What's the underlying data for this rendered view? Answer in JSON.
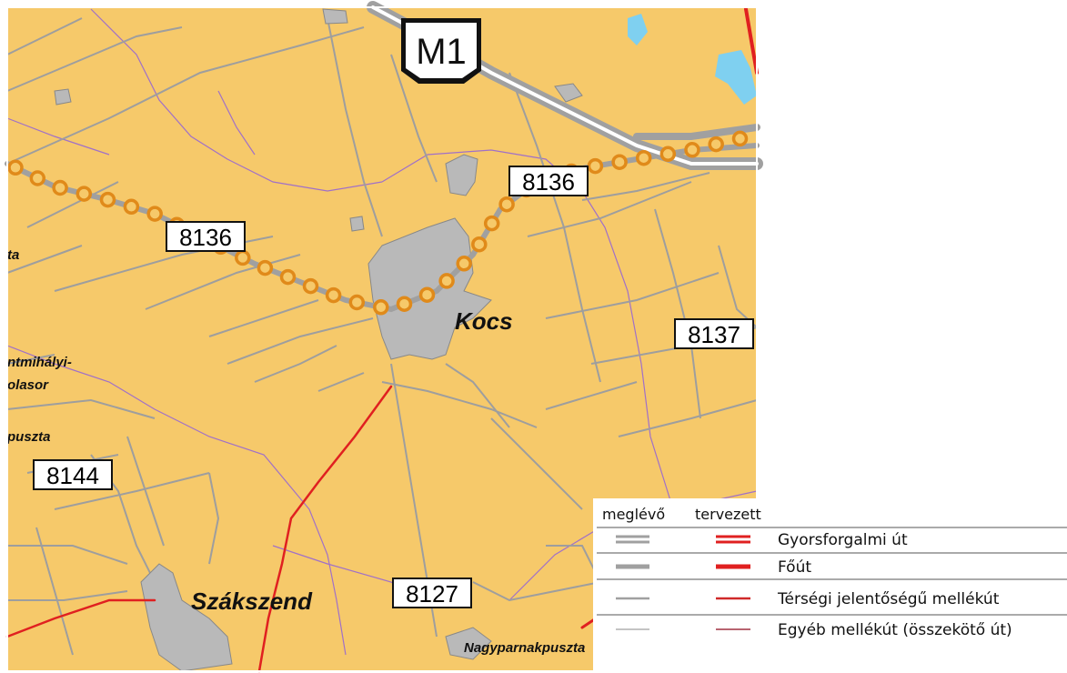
{
  "map": {
    "motorway_shield": "M1",
    "road_numbers": {
      "r8136_a": "8136",
      "r8136_b": "8136",
      "r8137": "8137",
      "r8144": "8144",
      "r8127": "8127"
    },
    "places": {
      "kocs": "Kocs",
      "szakszend": "Szákszend",
      "nagyparnakpuszta": "Nagyparnakpuszta",
      "edge_1": "ta",
      "edge_2": "ntmihályi-",
      "edge_3": "olasor",
      "edge_4": "puszta"
    },
    "colors": {
      "land": "#f6c96a",
      "settlement": "#b9b9b9",
      "water": "#7fd0f0",
      "road_existing": "#a9a9a9",
      "road_planned": "#e02020",
      "boundary": "#a070c8",
      "planned_route_circles": "#e08a1a"
    }
  },
  "legend": {
    "col_existing": "meglévő",
    "col_planned": "tervezett",
    "items": [
      {
        "label": "Gyorsforgalmi út"
      },
      {
        "label": "Főút"
      },
      {
        "label": "Térségi jelentőségű mellékút"
      },
      {
        "label": "Egyéb mellékút (összekötő út)"
      }
    ]
  }
}
